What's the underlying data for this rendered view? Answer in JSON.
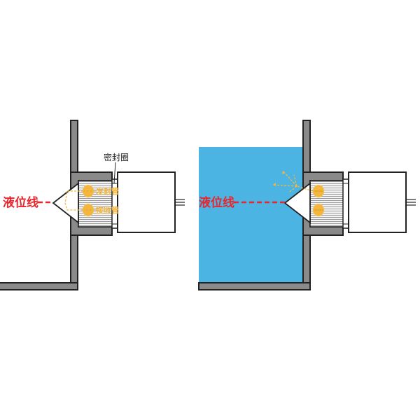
{
  "labels": {
    "liquid_level_left": "液位线",
    "seal_ring": "密封圈",
    "emitter_tube": "发射管",
    "receiver_tube": "接收管",
    "liquid_level_right": "液位线"
  },
  "colors": {
    "liquid": "#4cb4e3",
    "wall": "#8a8a8a",
    "outline": "#222222",
    "level_line": "#e8262d",
    "optic": "#f3b73f"
  }
}
